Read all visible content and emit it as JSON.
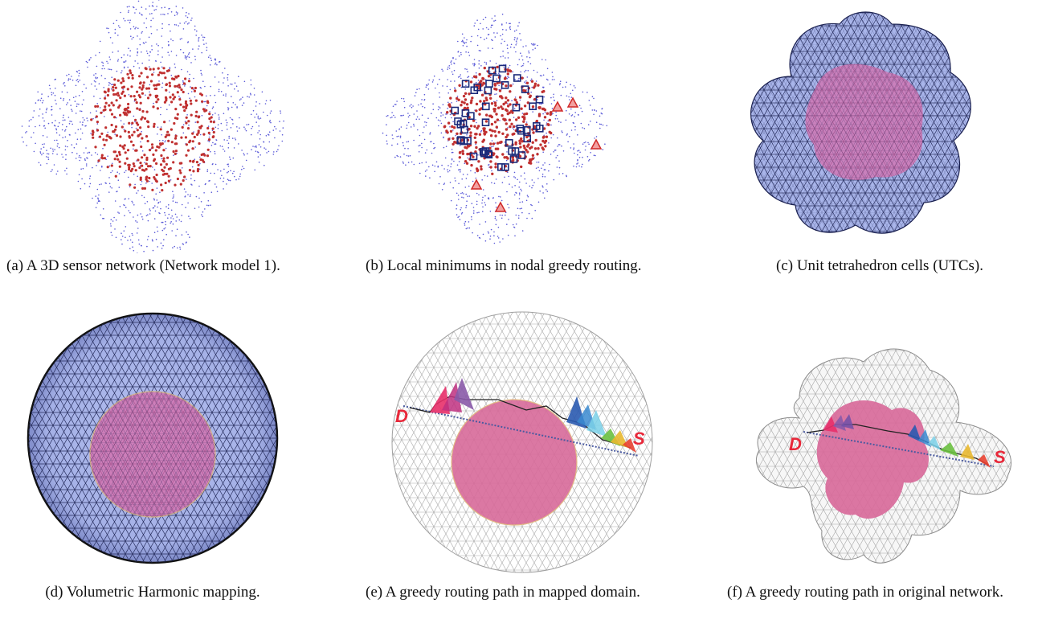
{
  "figure": {
    "panels": [
      {
        "id": "a",
        "caption": "(a) A 3D sensor network (Network model 1)."
      },
      {
        "id": "b",
        "caption": "(b) Local minimums in nodal greedy routing."
      },
      {
        "id": "c",
        "caption": "(c) Unit tetrahedron cells (UTCs)."
      },
      {
        "id": "d",
        "caption": "(d) Volumetric Harmonic mapping."
      },
      {
        "id": "e",
        "caption": "(e) A greedy routing path in mapped domain.",
        "labels": {
          "dest": "D",
          "src": "S"
        }
      },
      {
        "id": "f",
        "caption": "(f) A greedy routing path in original network.",
        "labels": {
          "dest": "D",
          "src": "S"
        }
      }
    ]
  },
  "colors": {
    "blue_nodes": "#5a5ad8",
    "red_nodes": "#c03030",
    "mesh_fill": "#a9b5ea",
    "mesh_line": "#1a2050",
    "core_pink": "#d76aa8",
    "label_red": "#e8283a"
  }
}
